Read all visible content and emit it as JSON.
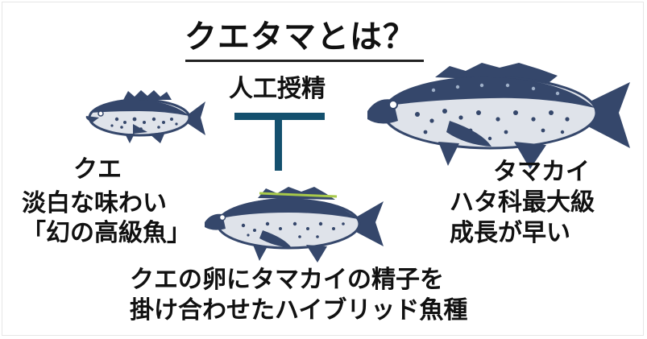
{
  "title": "クエタマとは？",
  "cross_label": "人工授精",
  "kue": {
    "name": "クエ",
    "lines": [
      "淡白な味わい",
      "「幻の高級魚」"
    ]
  },
  "tamakai": {
    "name": "タマカイ",
    "lines": [
      "ハタ科最大級",
      "成長が早い"
    ]
  },
  "description_lines": [
    "クエの卵にタマカイの精子を",
    "掛け合わせたハイブリッド魚種"
  ],
  "colors": {
    "fish_dark": "#35476b",
    "fish_light": "#dfe3ea",
    "t_connector": "#14506e",
    "fin_accent": "#a8c94a"
  }
}
